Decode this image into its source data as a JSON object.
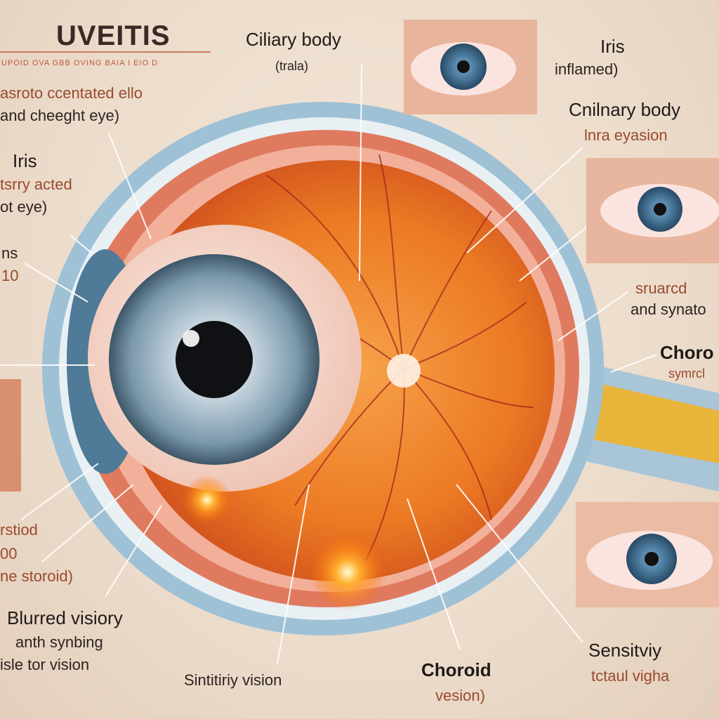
{
  "title": "UVEITIS",
  "subtitle": "UPOID OVA GBB OVING BAIA I EIO D",
  "intro": {
    "line1": "asroto ccentated ello",
    "line2": "and cheeght eye)"
  },
  "labels": {
    "ciliary_top": {
      "title": "Ciliary body",
      "sub": "(trala)"
    },
    "iris_right": {
      "title": "Iris",
      "sub": "inflamed)"
    },
    "ciliary_right": {
      "title": "Cnilnary body",
      "sub": "lnra eyasion"
    },
    "iris_left": {
      "title": "Iris",
      "sub1": "tsrry acted",
      "sub2": "ot eye)"
    },
    "left_mid": {
      "title": "ns",
      "sub": "10"
    },
    "right_mid": {
      "line1": "sruarcd",
      "line2": "and synato"
    },
    "choroid_right": {
      "title": "Choro",
      "sub": "symrcl"
    },
    "left_low": {
      "line1": "rstiod",
      "line2": "00",
      "line3": "ne storoid)"
    },
    "blurred": {
      "title": "Blurred visiory",
      "line2": "anth synbing",
      "line3": "isle tor vision"
    },
    "bottom_center": {
      "title": "Sintitiriy vision"
    },
    "choroid_bottom": {
      "title": "Choroid",
      "sub": "vesion)"
    },
    "sensitivity": {
      "title": "Sensitviy",
      "sub": "tctaul vigha"
    }
  },
  "colors": {
    "sclera": "#9fc1d6",
    "choroid": "#e07a5f",
    "retina": "#f08a2a",
    "iris": "#7fa2b8",
    "accent": "#c2583c"
  }
}
